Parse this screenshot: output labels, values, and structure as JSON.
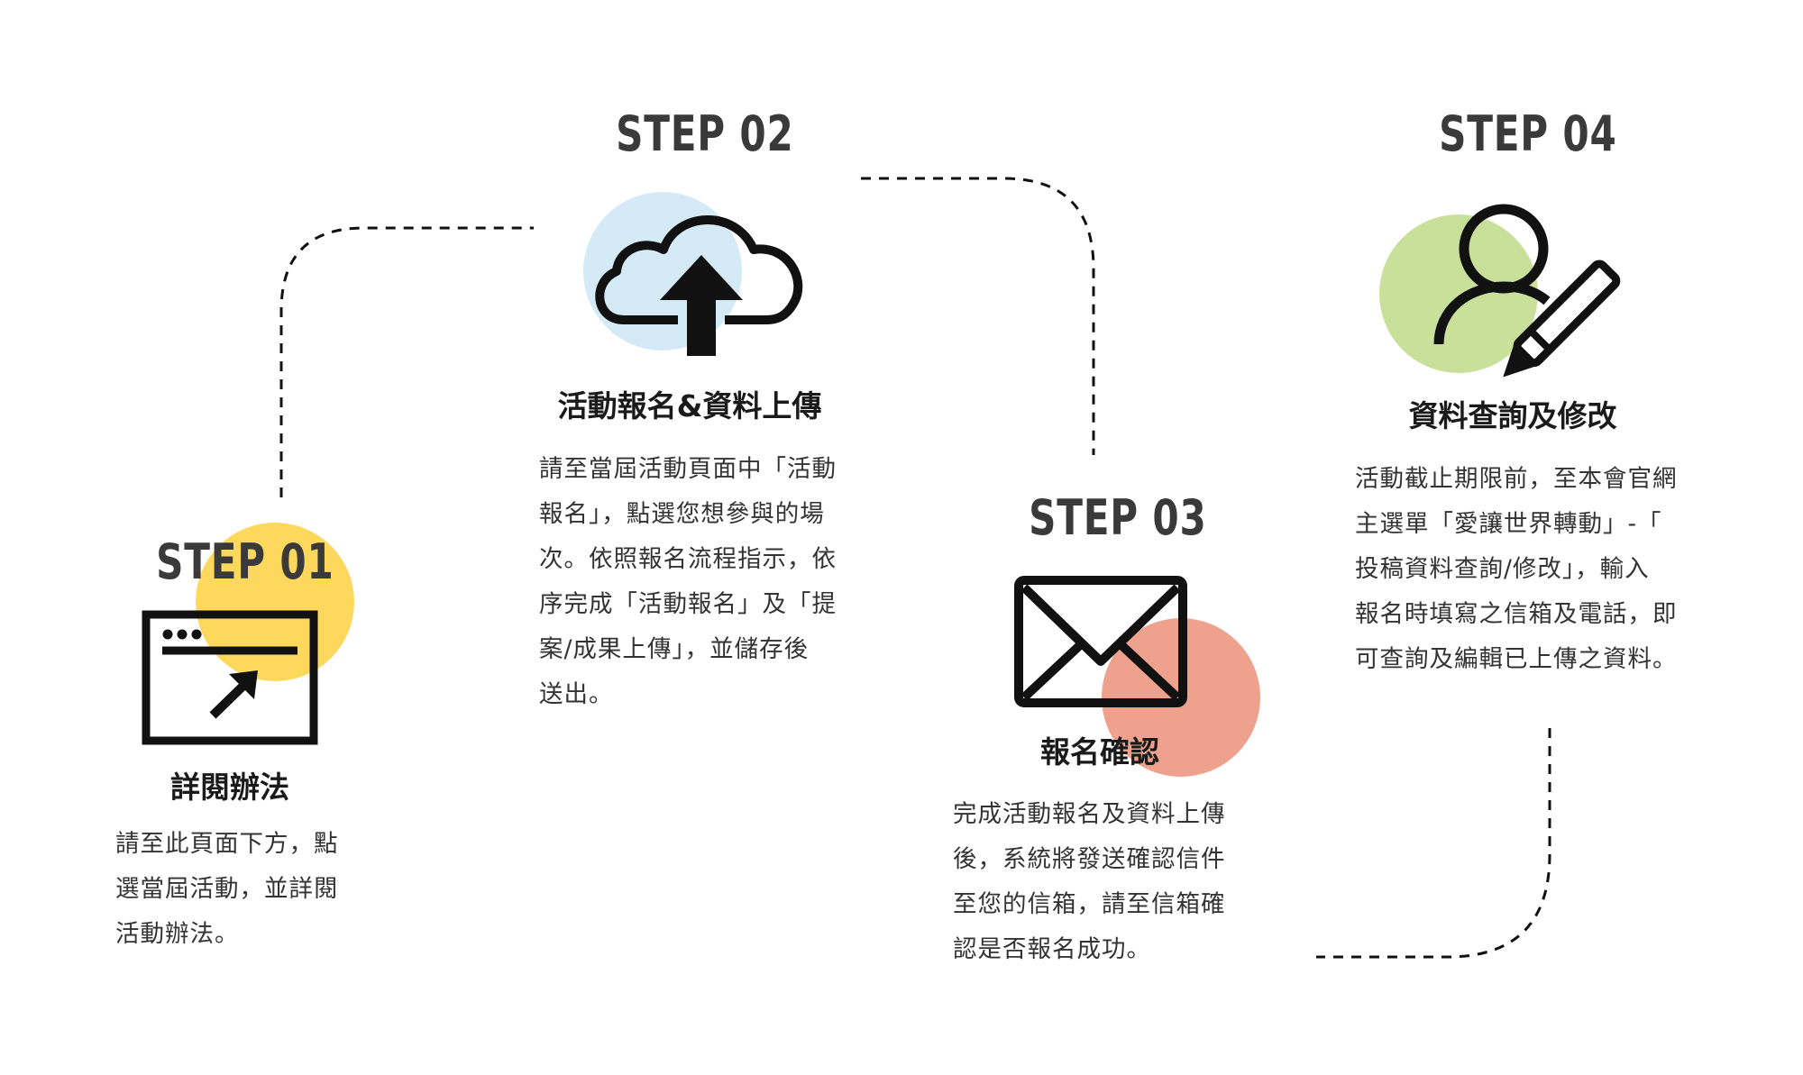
{
  "steps": [
    {
      "label": "STEP 01",
      "heading": "詳閱辦法",
      "lines": [
        "請至此頁面下方，點",
        "選當屆活動，並詳閱",
        "活動辦法。"
      ],
      "icon": "browser-cursor-icon",
      "accent": "#FDD85D"
    },
    {
      "label": "STEP 02",
      "heading": "活動報名&資料上傳",
      "lines": [
        "請至當屆活動頁面中「活動",
        "報名」，點選您想參與的場",
        "次。依照報名流程指示，依",
        "序完成「活動報名」及「提",
        "案/成果上傳」，並儲存後",
        "送出。"
      ],
      "icon": "cloud-upload-icon",
      "accent": "#D4EAF6"
    },
    {
      "label": "STEP 03",
      "heading": "報名確認",
      "lines": [
        "完成活動報名及資料上傳",
        "後，系統將發送確認信件",
        "至您的信箱，請至信箱確",
        "認是否報名成功。"
      ],
      "icon": "envelope-icon",
      "accent": "#EEA18D"
    },
    {
      "label": "STEP 04",
      "heading": "資料查詢及修改",
      "lines": [
        "活動截止期限前，至本會官網",
        "主選單「愛讓世界轉動」-「",
        "投稿資料查詢/修改」，輸入",
        "報名時填寫之信箱及電話，即",
        "可查詢及編輯已上傳之資料。"
      ],
      "icon": "user-edit-icon",
      "accent": "#C9E09A"
    }
  ]
}
